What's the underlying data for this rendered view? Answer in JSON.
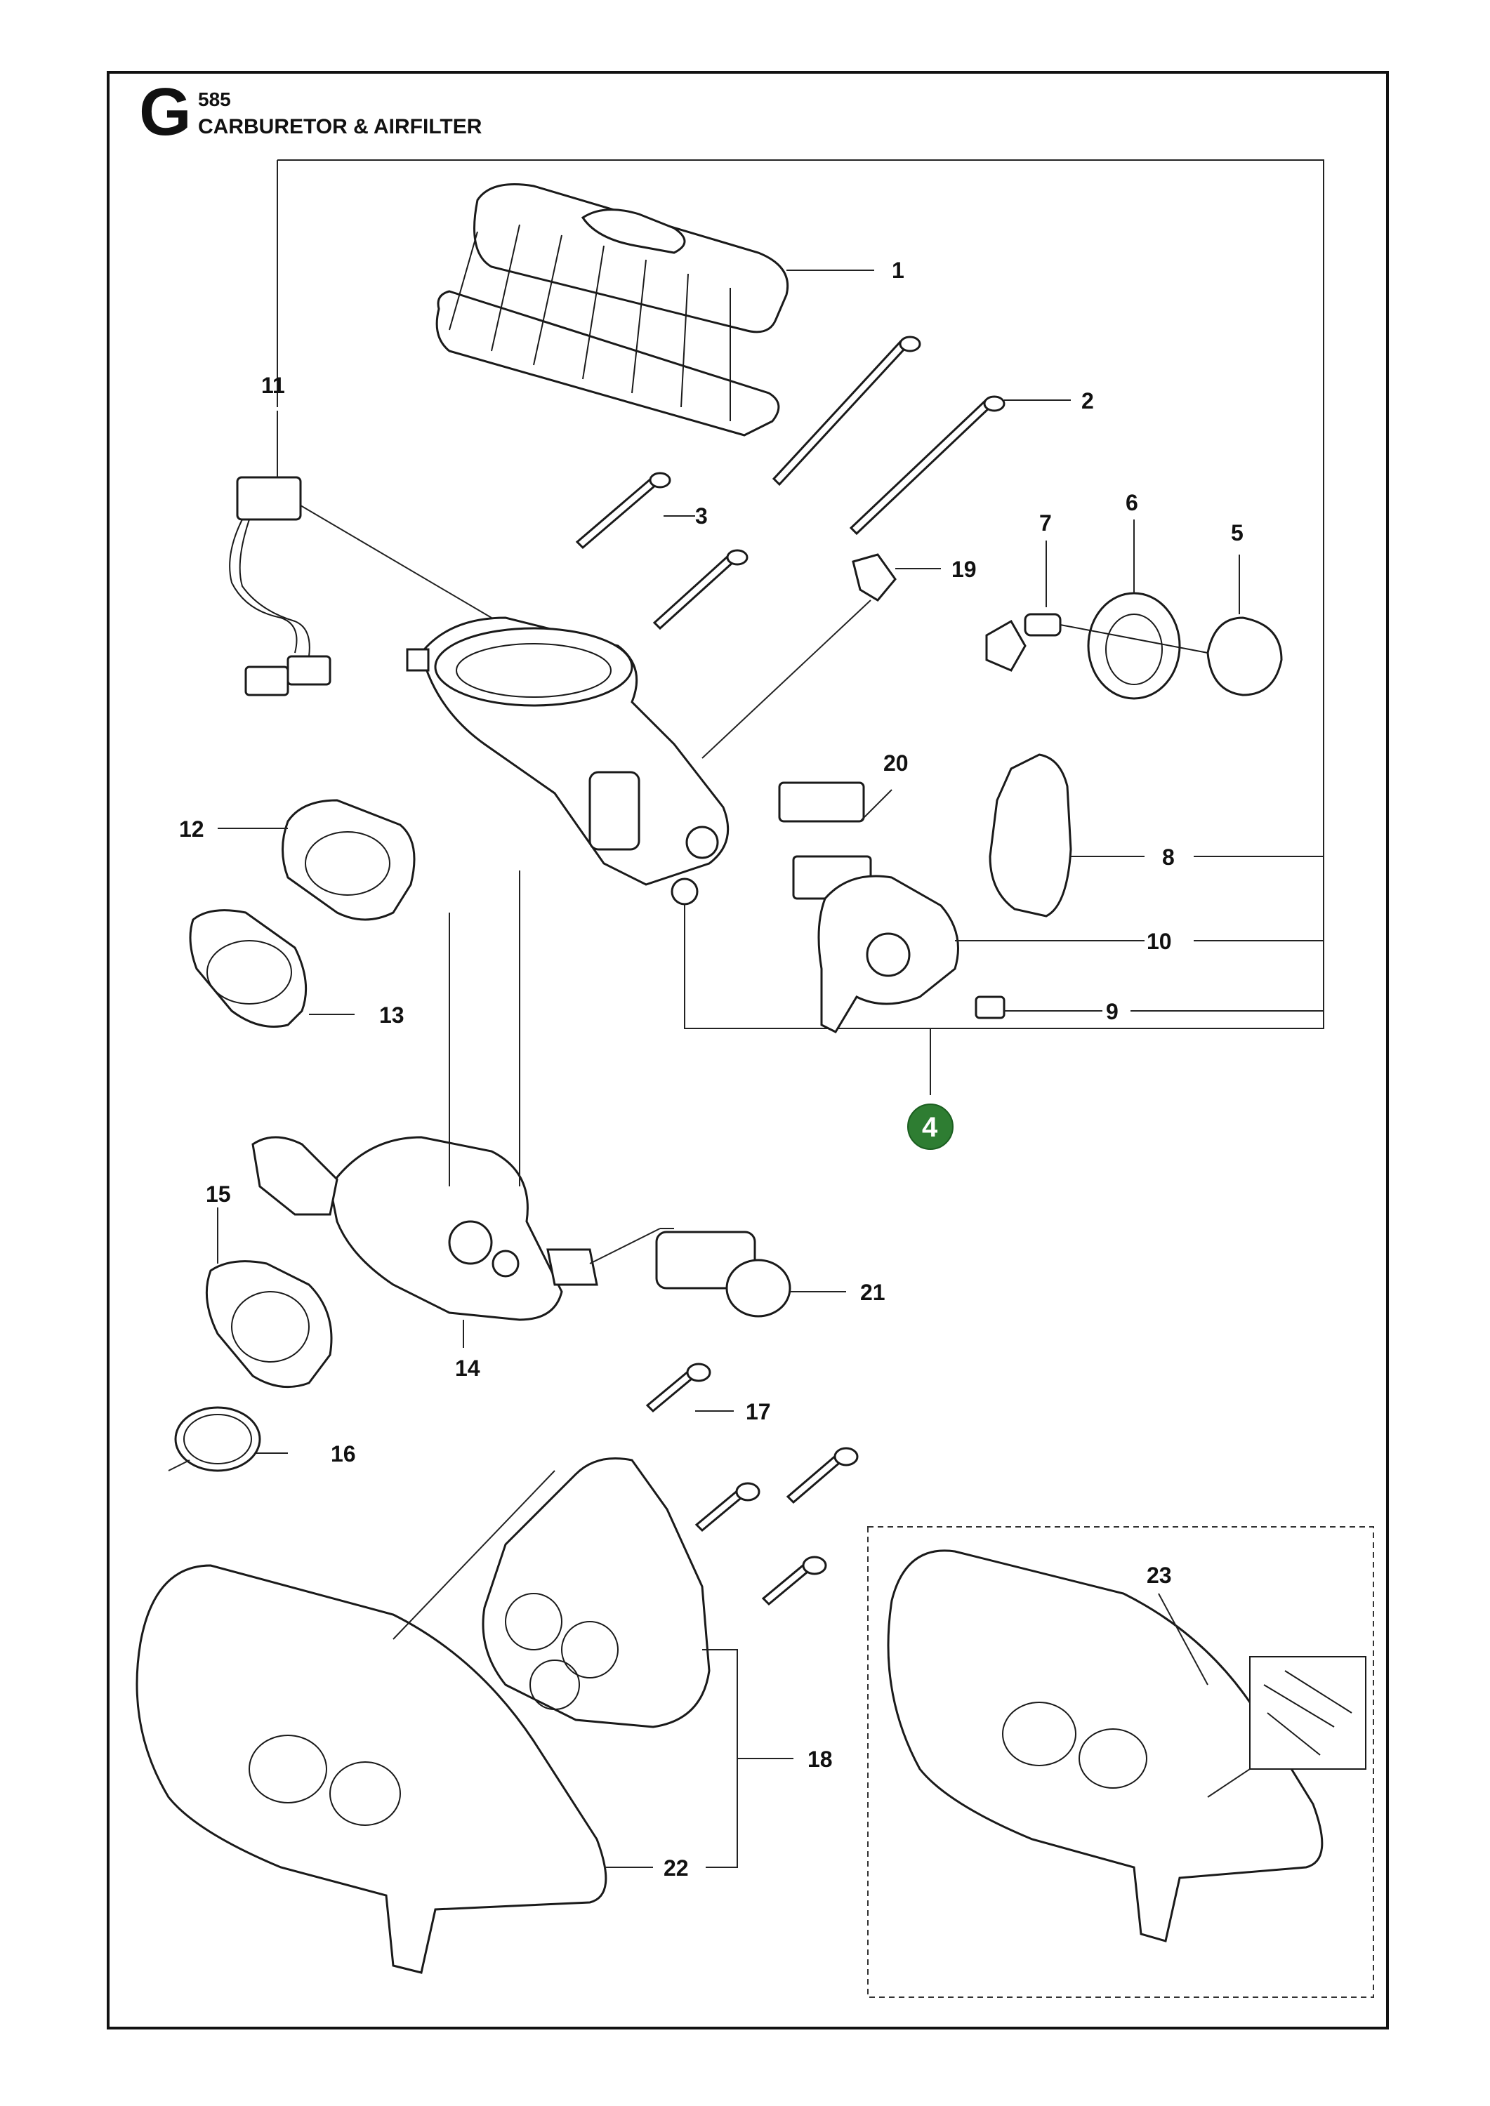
{
  "header": {
    "section_letter": "G",
    "model": "585",
    "title": "CARBURETOR & AIRFILTER"
  },
  "callouts": {
    "n1": "1",
    "n2": "2",
    "n3": "3",
    "n4": "4",
    "n5": "5",
    "n6": "6",
    "n7": "7",
    "n8": "8",
    "n9": "9",
    "n10": "10",
    "n11": "11",
    "n12": "12",
    "n13": "13",
    "n14": "14",
    "n15": "15",
    "n16": "16",
    "n17": "17",
    "n18": "18",
    "n19": "19",
    "n20": "20",
    "n21": "21",
    "n22": "22",
    "n23": "23"
  },
  "colors": {
    "assembly_badge": "#2e7d32",
    "line": "#222222"
  }
}
